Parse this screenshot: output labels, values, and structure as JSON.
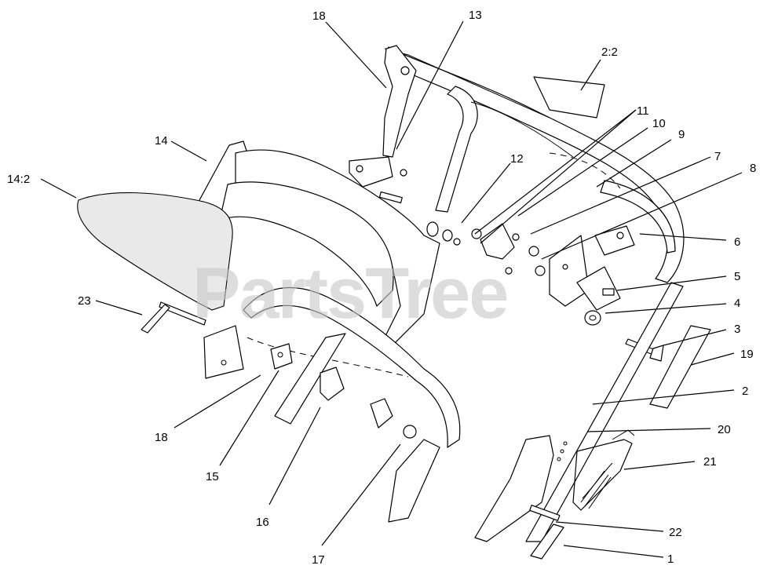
{
  "watermark": "PartsTree",
  "callouts": [
    {
      "id": "c18a",
      "text": "18"
    },
    {
      "id": "c13",
      "text": "13"
    },
    {
      "id": "c22b",
      "text": "2:2"
    },
    {
      "id": "c14",
      "text": "14"
    },
    {
      "id": "c142",
      "text": "14:2"
    },
    {
      "id": "c11",
      "text": "11"
    },
    {
      "id": "c10",
      "text": "10"
    },
    {
      "id": "c9",
      "text": "9"
    },
    {
      "id": "c7",
      "text": "7"
    },
    {
      "id": "c8",
      "text": "8"
    },
    {
      "id": "c12",
      "text": "12"
    },
    {
      "id": "c6",
      "text": "6"
    },
    {
      "id": "c5",
      "text": "5"
    },
    {
      "id": "c4",
      "text": "4"
    },
    {
      "id": "c3",
      "text": "3"
    },
    {
      "id": "c19",
      "text": "19"
    },
    {
      "id": "c2",
      "text": "2"
    },
    {
      "id": "c20",
      "text": "20"
    },
    {
      "id": "c21",
      "text": "21"
    },
    {
      "id": "c22",
      "text": "22"
    },
    {
      "id": "c1",
      "text": "1"
    },
    {
      "id": "c23",
      "text": "23"
    },
    {
      "id": "c18b",
      "text": "18"
    },
    {
      "id": "c15",
      "text": "15"
    },
    {
      "id": "c16",
      "text": "16"
    },
    {
      "id": "c17",
      "text": "17"
    }
  ]
}
